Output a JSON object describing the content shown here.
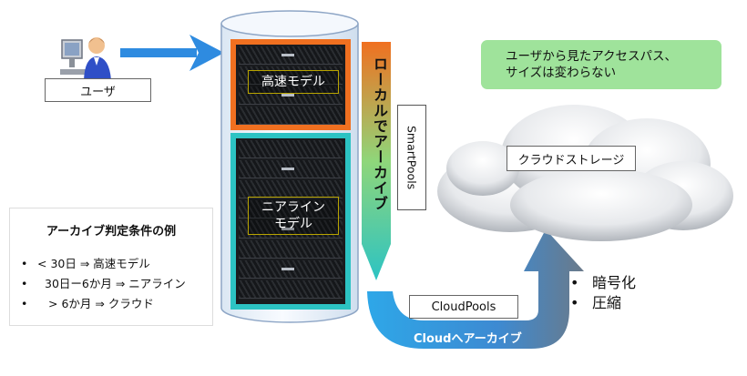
{
  "user": {
    "label": "ユーザ"
  },
  "tiers": {
    "fast": {
      "label": "高速モデル"
    },
    "nearline": {
      "label": "ニアライン\nモデル"
    }
  },
  "local_archive": {
    "label": "ローカルでアーカイブ"
  },
  "smartpools": {
    "label": "SmartPools"
  },
  "cloudpools": {
    "label": "CloudPools"
  },
  "cloud_archive": {
    "label": "Cloudへアーカイブ"
  },
  "cloud_storage": {
    "label": "クラウドストレージ"
  },
  "note": {
    "text": "ユーザから見たアクセスパス、\nサイズは変わらない"
  },
  "features": {
    "items": [
      "暗号化",
      "圧縮"
    ]
  },
  "criteria": {
    "title": "アーカイブ判定条件の例",
    "items": [
      "< 30日 ⇒ 高速モデル",
      "30日ー6か月 ⇒ ニアライン",
      "> 6か月 ⇒ クラウド"
    ]
  },
  "colors": {
    "fast_border": "#f07020",
    "nearline_border": "#2cc3c3",
    "arrow_blue": "#2e8be0",
    "note_bg": "#9fe39b"
  }
}
